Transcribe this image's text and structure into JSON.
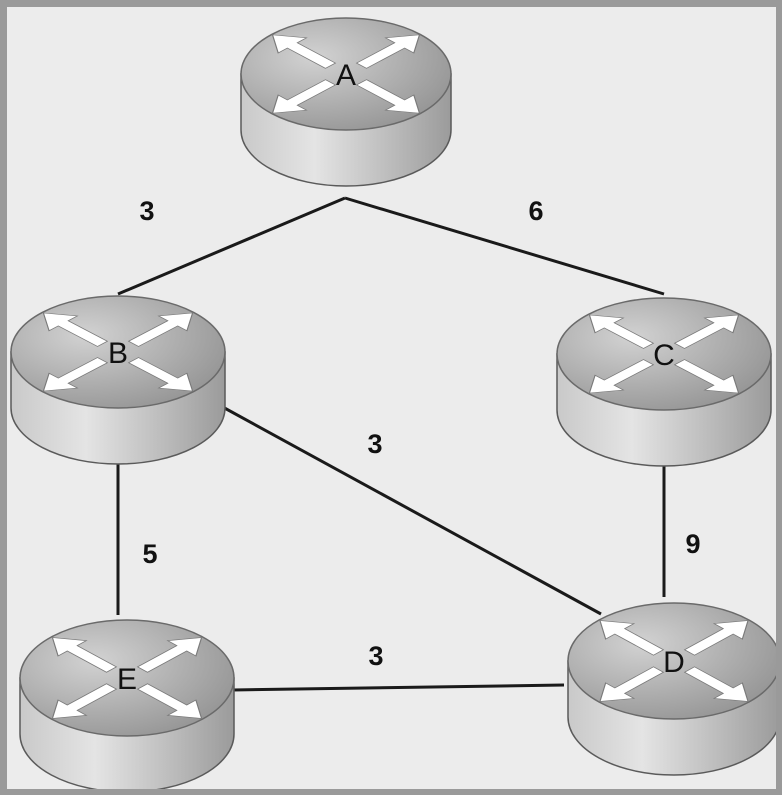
{
  "diagram": {
    "type": "network-topology",
    "nodes": [
      {
        "id": "A",
        "label": "A"
      },
      {
        "id": "B",
        "label": "B"
      },
      {
        "id": "C",
        "label": "C"
      },
      {
        "id": "D",
        "label": "D"
      },
      {
        "id": "E",
        "label": "E"
      }
    ],
    "edges": [
      {
        "from": "A",
        "to": "B",
        "label": "3"
      },
      {
        "from": "A",
        "to": "C",
        "label": "6"
      },
      {
        "from": "B",
        "to": "D",
        "label": "3"
      },
      {
        "from": "B",
        "to": "E",
        "label": "5"
      },
      {
        "from": "C",
        "to": "D",
        "label": "9"
      },
      {
        "from": "E",
        "to": "D",
        "label": "3"
      }
    ],
    "colors": {
      "background": "#ececec",
      "frame": "#9a9a9a",
      "router_body": "#b5b5b5",
      "arrow": "#ffffff",
      "line": "#1a1a1a"
    },
    "icons": {
      "router": "router-icon"
    }
  }
}
